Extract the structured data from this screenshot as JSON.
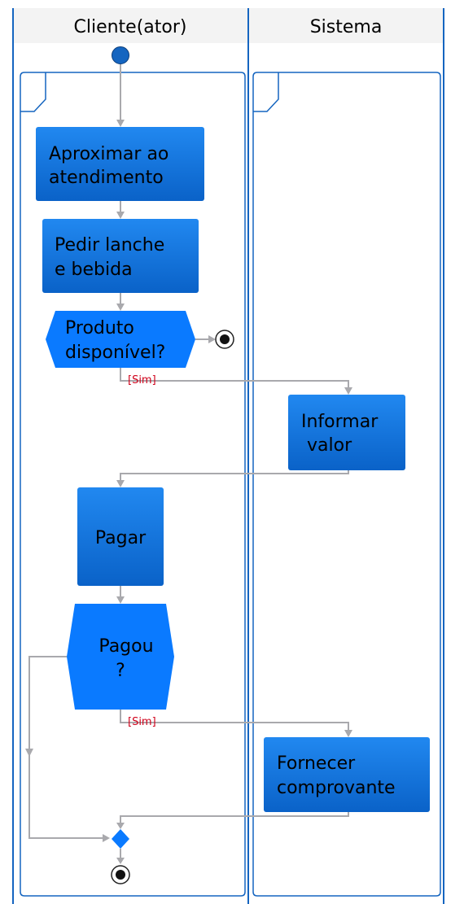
{
  "colors": {
    "lane_border": "#1565c0",
    "header_bg": "#f3f3f3",
    "activity_fill_top": "#2188f0",
    "activity_fill_bottom": "#0a62c8",
    "decision_fill": "#0a7aff",
    "flow_line": "#a9a9ad",
    "guard_text": "#d0021b",
    "start_node": "#1565c0"
  },
  "lanes": [
    {
      "id": "cliente",
      "title": "Cliente(ator)"
    },
    {
      "id": "sistema",
      "title": "Sistema"
    }
  ],
  "nodes": {
    "aproximar": {
      "lines": [
        "Aproximar ao",
        "atendimento"
      ]
    },
    "pedir": {
      "lines": [
        "Pedir lanche",
        "e bebida"
      ]
    },
    "produto_disponivel": {
      "lines": [
        "Produto",
        "disponível?"
      ]
    },
    "informar": {
      "lines": [
        "Informar",
        " valor"
      ]
    },
    "pagar": {
      "lines": [
        "Pagar"
      ]
    },
    "pagou": {
      "lines": [
        "Pagou",
        "?"
      ]
    },
    "fornecer": {
      "lines": [
        "Fornecer",
        "comprovante"
      ]
    }
  },
  "guards": {
    "produto_sim": "[Sim]",
    "pagou_sim": "[Sim]"
  }
}
